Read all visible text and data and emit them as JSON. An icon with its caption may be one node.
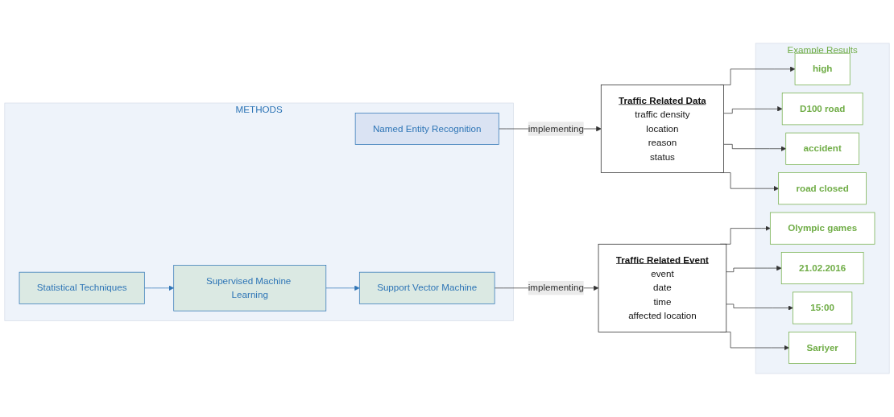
{
  "diagram": {
    "nodes": [
      {
        "text": [
          "METHODS"
        ]
      },
      {
        "text": [
          "Named Entity Recognition"
        ],
        "in": 0
      },
      {
        "text": [
          "Statistical Techniques"
        ],
        "in": 0
      },
      {
        "text": [
          "Supervised Machine Learning"
        ],
        "in": 0
      },
      {
        "text": [
          "Support Vector Machine"
        ],
        "in": 0
      },
      {
        "text": [
          "Traffic Related Data",
          "traffic density",
          "location",
          "reason",
          "status"
        ]
      },
      {
        "text": [
          "Traffic Related Event",
          "event",
          "date",
          "time",
          "affected location"
        ]
      },
      {
        "text": [
          "Example Results"
        ]
      },
      {
        "text": [
          "high"
        ],
        "in": 7
      },
      {
        "text": [
          "D100 road"
        ],
        "in": 7
      },
      {
        "text": [
          "accident"
        ],
        "in": 7
      },
      {
        "text": [
          "road closed"
        ],
        "in": 7
      },
      {
        "text": [
          "Olympic games"
        ],
        "in": 7
      },
      {
        "text": [
          "21.02.2016"
        ],
        "in": 7
      },
      {
        "text": [
          "15:00"
        ],
        "in": 7
      },
      {
        "text": [
          "Sariyer"
        ],
        "in": 7
      }
    ],
    "edges": [
      {
        "from": 1,
        "to": 5,
        "arrow": "to",
        "label": "implementing"
      },
      {
        "from": 2,
        "to": 3,
        "arrow": "to",
        "color": "#2e75b6"
      },
      {
        "from": 3,
        "to": 4,
        "arrow": "to",
        "color": "#2e75b6"
      },
      {
        "from": 4,
        "to": 6,
        "arrow": "to",
        "label": "implementing"
      },
      {
        "from": 5,
        "to": 8,
        "arrow": "to"
      },
      {
        "from": 5,
        "to": 9,
        "arrow": "to"
      },
      {
        "from": 5,
        "to": 10,
        "arrow": "to"
      },
      {
        "from": 5,
        "to": 11,
        "arrow": "to"
      },
      {
        "from": 6,
        "to": 12,
        "arrow": "to"
      },
      {
        "from": 6,
        "to": 13,
        "arrow": "to"
      },
      {
        "from": 6,
        "to": 14,
        "arrow": "to"
      },
      {
        "from": 6,
        "to": 15,
        "arrow": "to"
      }
    ]
  }
}
